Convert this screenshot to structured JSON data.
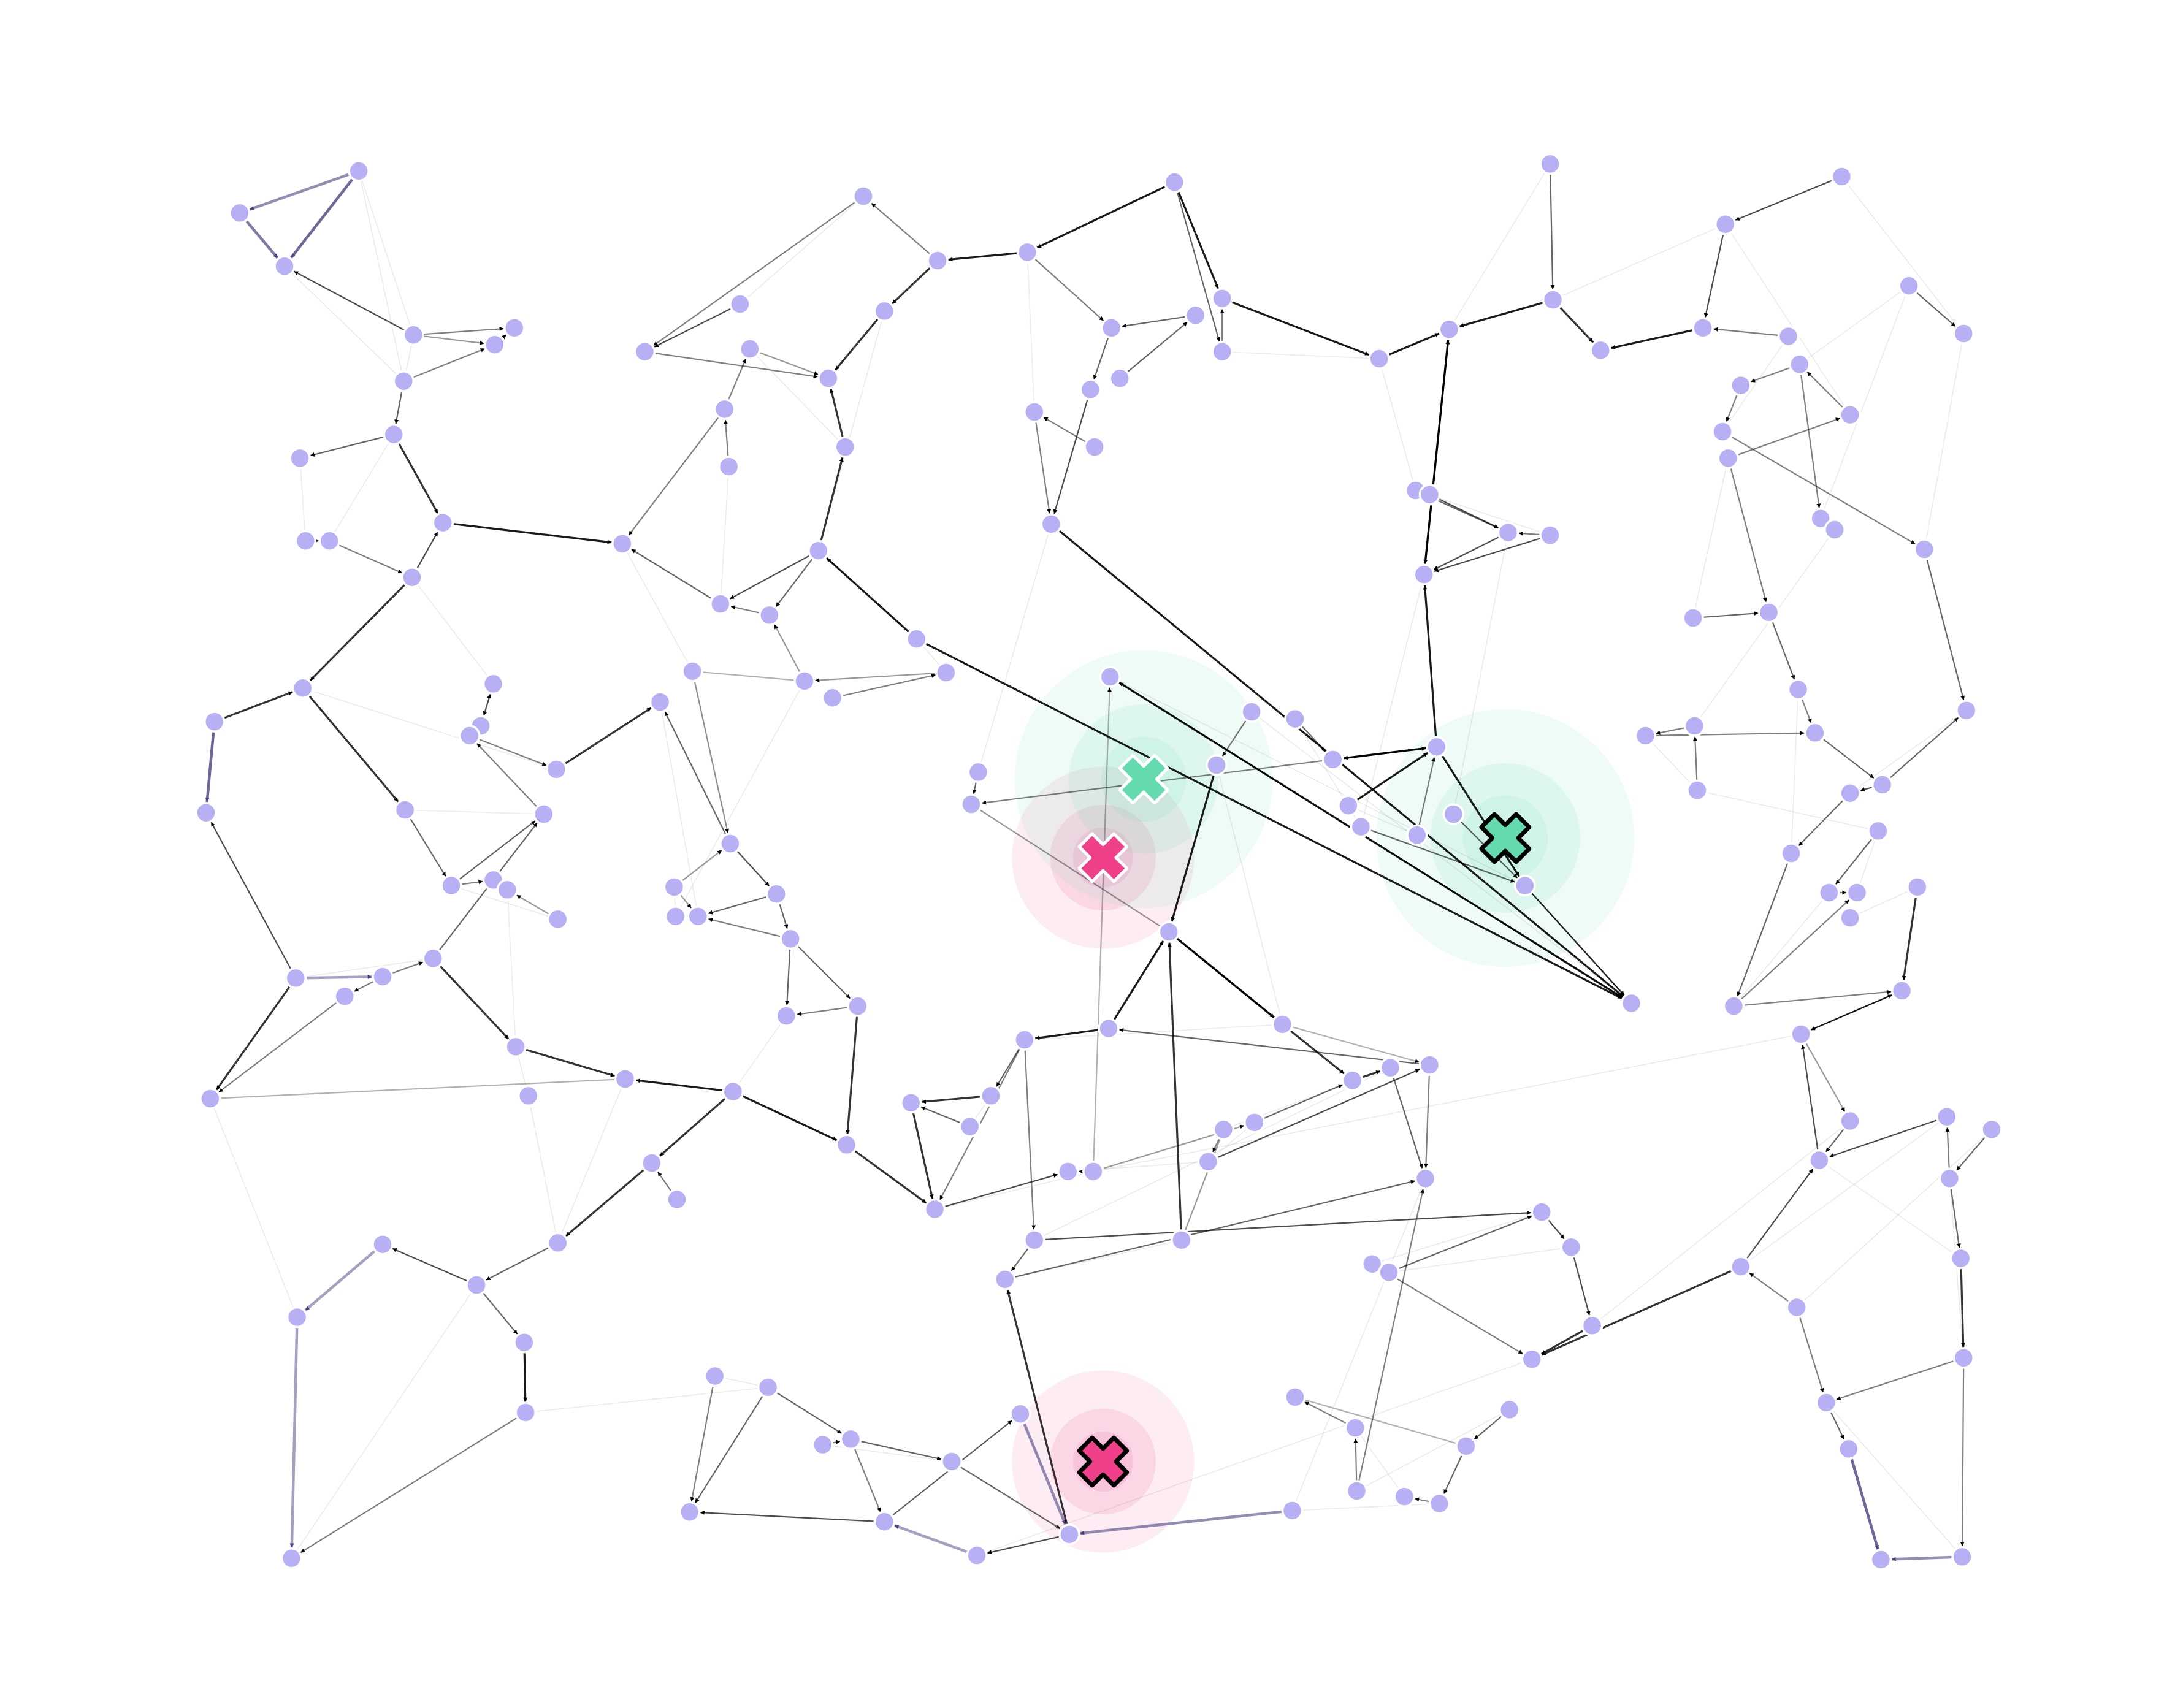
{
  "colors": {
    "background": "#ffffff",
    "node": "#b8b0f5",
    "edge": "#000000",
    "edge_purple": "#4a4280",
    "marker_pink": "#f0408a",
    "marker_green": "#63dbae"
  },
  "markers": [
    {
      "name": "pink-x-marker-outlined",
      "icon": "x-icon",
      "color": "#f0408a",
      "outlined": true
    },
    {
      "name": "pink-x-marker",
      "icon": "x-icon",
      "color": "#f0408a",
      "outlined": false
    },
    {
      "name": "green-x-marker",
      "icon": "x-icon",
      "color": "#63dbae",
      "outlined": false
    },
    {
      "name": "green-x-marker-outlined",
      "icon": "x-icon",
      "color": "#63dbae",
      "outlined": true
    }
  ]
}
